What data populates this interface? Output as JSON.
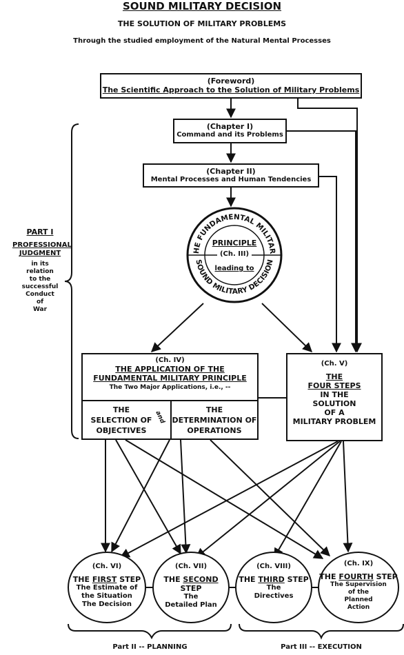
{
  "header": {
    "title": "SOUND MILITARY DECISION",
    "subtitle": "THE SOLUTION OF MILITARY PROBLEMS",
    "tagline": "Through the studied employment of the Natural Mental Processes"
  },
  "foreword": {
    "label": "(Foreword)",
    "title": "The Scientific Approach to the Solution of Military Problems"
  },
  "chapter1": {
    "label": "(Chapter I)",
    "title": "Command and its Problems"
  },
  "chapter2": {
    "label": "(Chapter II)",
    "title": "Mental Processes and Human Tendencies"
  },
  "principle_circle": {
    "arc_top": "THE FUNDAMENTAL MILITARY",
    "arc_bottom": "SOUND MILITARY DECISION",
    "principle": "PRINCIPLE",
    "chapter": "(Ch. III)",
    "leading_to": "leading to"
  },
  "part1": {
    "title": "PART I",
    "subtitle1": "PROFESSIONAL",
    "subtitle2": "JUDGMENT",
    "desc": [
      "in its",
      "relation",
      "to the",
      "successful",
      "Conduct",
      "of",
      "War"
    ]
  },
  "chapter4": {
    "label": "(Ch. IV)",
    "title1": "THE APPLICATION OF THE",
    "title2": "FUNDAMENTAL MILITARY PRINCIPLE",
    "sub": "The Two Major Applications, i.e., --",
    "left1": "THE",
    "left2": "SELECTION OF",
    "left3": "OBJECTIVES",
    "and": "and",
    "right1": "THE",
    "right2": "DETERMINATION OF",
    "right3": "OPERATIONS"
  },
  "chapter5": {
    "label": "(Ch. V)",
    "lines": [
      "THE",
      "FOUR STEPS",
      "IN THE",
      "SOLUTION",
      "OF A",
      "MILITARY PROBLEM"
    ]
  },
  "steps": [
    {
      "label": "(Ch. VI)",
      "pre": "THE ",
      "word": "FIRST",
      "post": " STEP",
      "desc": [
        "The Estimate of",
        "the Situation",
        "The Decision"
      ]
    },
    {
      "label": "(Ch. VII)",
      "pre": "THE ",
      "word": "SECOND",
      "post": " STEP",
      "desc": [
        "The",
        "Detailed Plan"
      ]
    },
    {
      "label": "(Ch. VIII)",
      "pre": "THE ",
      "word": "THIRD",
      "post": " STEP",
      "desc": [
        "The",
        "Directives"
      ]
    },
    {
      "label": "(Ch. IX)",
      "pre": "THE ",
      "word": "FOURTH",
      "post": " STEP",
      "desc": [
        "The Supervision",
        "of the",
        "Planned",
        "Action"
      ]
    }
  ],
  "footer": {
    "part2": "Part II -- PLANNING",
    "part3": "Part III -- EXECUTION"
  }
}
